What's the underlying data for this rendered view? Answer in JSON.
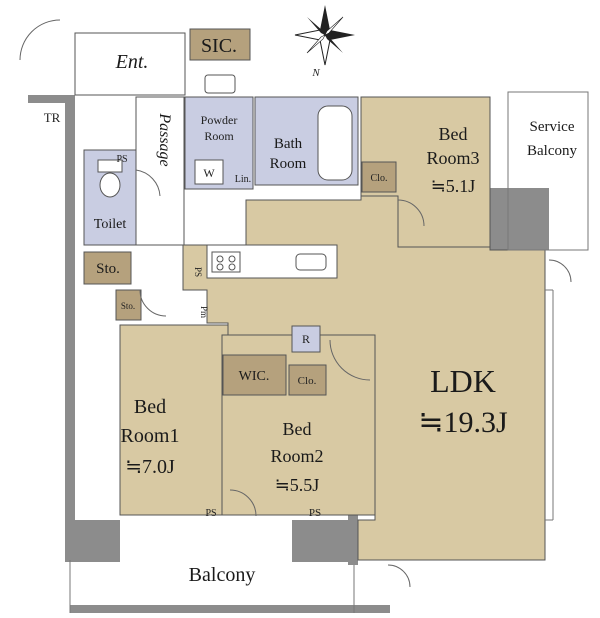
{
  "rooms": {
    "ent": "Ent.",
    "sic": "SIC.",
    "tr": "TR",
    "passage": "Passage",
    "powder_room": [
      "Powder",
      "Room"
    ],
    "washer": "W",
    "lin": "Lin.",
    "bath_room": [
      "Bath",
      "Room"
    ],
    "bedroom3": [
      "Bed",
      "Room3",
      "≒5.1J"
    ],
    "clo3": "Clo.",
    "service_balcony": [
      "Service",
      "Balcony"
    ],
    "toilet": "Toilet",
    "ps_toilet": "PS",
    "sto_main": "Sto.",
    "sto_small": "Sto.",
    "ps_kitchen": "PS",
    "pm": "Pm",
    "r": "R",
    "wic": "WIC.",
    "clo2": "Clo.",
    "ldk": [
      "LDK",
      "≒19.3J"
    ],
    "bedroom1": [
      "Bed",
      "Room1",
      "≒7.0J"
    ],
    "bedroom2": [
      "Bed",
      "Room2",
      "≒5.5J"
    ],
    "ps_bottom_left": "PS",
    "ps_bottom_right": "PS",
    "balcony": "Balcony"
  },
  "compass": {
    "direction": "N"
  },
  "colors": {
    "room_fill": "#d8c9a3",
    "wet_fill": "#c9cde2",
    "storage_fill": "#b5a17d",
    "wall": "#8c8c8c"
  }
}
